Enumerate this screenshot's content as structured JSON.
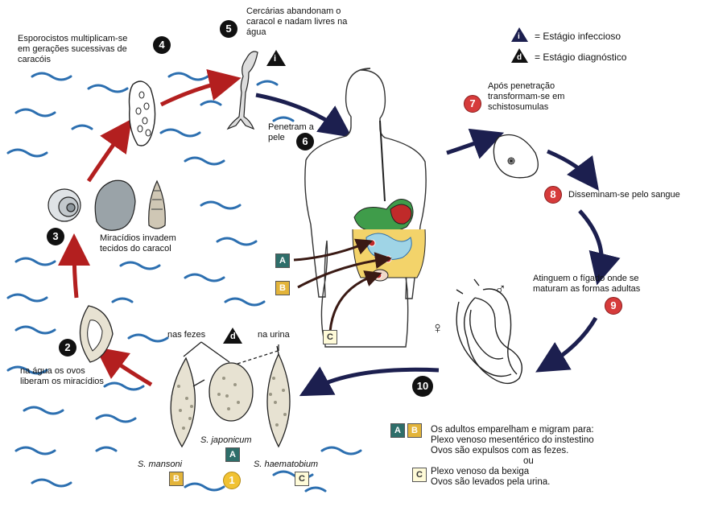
{
  "legend": {
    "infective": "Estágio infeccioso",
    "diagnostic": "Estágio diagnóstico",
    "i": "i",
    "d": "d"
  },
  "steps": {
    "s1": {
      "num": "1"
    },
    "s2": {
      "num": "2",
      "text1": "na água os ovos",
      "text2": "liberam os miracídios"
    },
    "s3": {
      "num": "3",
      "text1": "Miracídios invadem",
      "text2": "tecidos do caracol"
    },
    "s4": {
      "num": "4",
      "text1": "Esporocistos multiplicam-se",
      "text2": "em gerações sucessivas de",
      "text3": "caracóis"
    },
    "s5": {
      "num": "5",
      "text1": "Cercárias abandonam o",
      "text2": "caracol e nadam livres na",
      "text3": "água"
    },
    "s6": {
      "num": "6",
      "text1": "Penetram a",
      "text2": "pele"
    },
    "s7": {
      "num": "7",
      "text1": "Após penetração",
      "text2": "transformam-se em",
      "text3": "schistosumulas"
    },
    "s8": {
      "num": "8",
      "text1": "Disseminam-se pelo sangue"
    },
    "s9": {
      "num": "9",
      "text1": "Atinguem o fígado onde se",
      "text2": "maturam as formas adultas"
    },
    "s10": {
      "num": "10"
    }
  },
  "eggs": {
    "nas_fezes": "nas fezes",
    "na_urina": "na urina",
    "mansoni": "S. mansoni",
    "japonicum": "S. japonicum",
    "haematobium": "S. haematobium"
  },
  "markers": {
    "a": "A",
    "b": "B",
    "c": "C"
  },
  "sex": {
    "male": "♂",
    "female": "♀"
  },
  "adults_note": {
    "line1": "Os adultos emparelham e migram para:",
    "line2": "Plexo venoso mesentérico do instestino",
    "line3": "Ovos são expulsos com as fezes.",
    "line4": "ou",
    "line5": "Plexo venoso da bexiga",
    "line6": "Ovos são levados pela urina."
  },
  "colors": {
    "red_arrow": "#b31f1f",
    "navy_arrow": "#1c1f4f",
    "water": "#2c6fb0",
    "badge_red": "#d63b3b"
  }
}
